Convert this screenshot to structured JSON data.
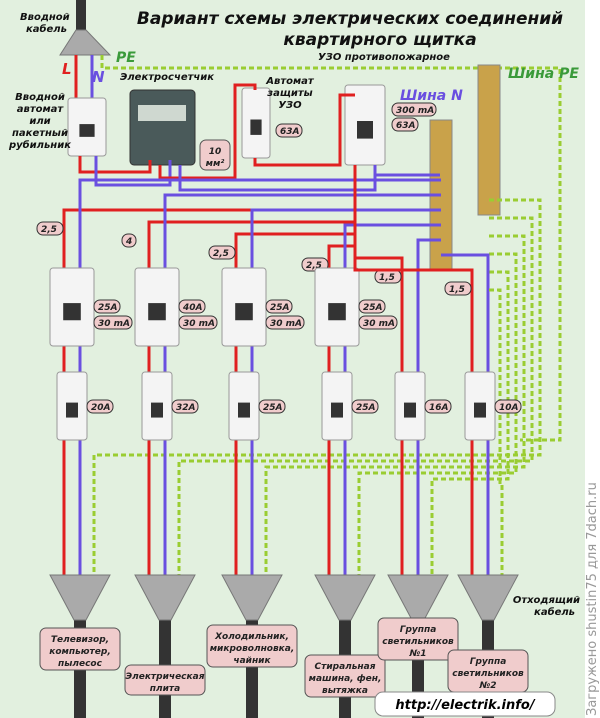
{
  "title_line1": "Вариант схемы электрических соединений",
  "title_line2": "квартирного щитка",
  "labels": {
    "input_cable": [
      "Вводной",
      "кабель"
    ],
    "L": "L",
    "N": "N",
    "PE": "PE",
    "main_breaker": [
      "Вводной",
      "автомат",
      "или",
      "пакетный",
      "рубильник"
    ],
    "meter": "Электросчетчик",
    "meter_wire": [
      "10",
      "мм²"
    ],
    "rcd_protection_breaker": [
      "Автомат",
      "защиты",
      "УЗО"
    ],
    "rcd_protection_rating": "63A",
    "fire_rcd": "УЗО противопожарное",
    "fire_rcd_ratings": [
      "300 mA",
      "63A"
    ],
    "bus_n": "Шина N",
    "bus_pe": "Шина PE",
    "outgoing_cable": [
      "Отходящий",
      "кабель"
    ],
    "url": "http://electrik.info/",
    "watermark": "Загружено shustin75 для 7dach.ru"
  },
  "colors": {
    "phase": "#e02020",
    "neutral": "#6a4fe0",
    "pe": "#9acd32",
    "background": "#e2f0df",
    "label_box": "#f0cccc"
  },
  "groups": [
    {
      "wire": "2,5",
      "rcd": [
        "25A",
        "30 mA"
      ],
      "mcb": "20A",
      "load": [
        "Телевизор,",
        "компьютер,",
        "пылесос"
      ]
    },
    {
      "wire": "4",
      "rcd": [
        "40A",
        "30 mA"
      ],
      "mcb": "32A",
      "load": [
        "Электрическая",
        "плита"
      ]
    },
    {
      "wire": "2,5",
      "rcd": [
        "25A",
        "30 mA"
      ],
      "mcb": "25A",
      "load": [
        "Холодильник,",
        "микроволновка,",
        "чайник"
      ]
    },
    {
      "wire": "2,5",
      "rcd": [
        "25A",
        "30 mA"
      ],
      "mcb": "25A",
      "load": [
        "Стиральная",
        "машина, фен,",
        "вытяжка"
      ]
    },
    {
      "wire": "1,5",
      "rcd": null,
      "mcb": "16A",
      "load": [
        "Группа",
        "светильников",
        "№1"
      ]
    },
    {
      "wire": "1,5",
      "rcd": null,
      "mcb": "10A",
      "load": [
        "Группа",
        "светильников",
        "№2"
      ]
    }
  ]
}
